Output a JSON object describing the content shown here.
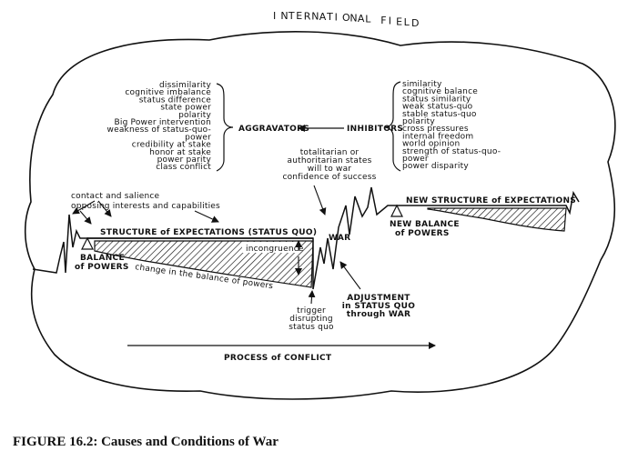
{
  "field_title": "INTERNATIONAL FIELD",
  "aggravators": {
    "label": "AGGRAVATORS",
    "items": [
      "dissimilarity",
      "cognitive imbalance",
      "status difference",
      "state power",
      "polarity",
      "Big Power intervention",
      "weakness of status-quo-",
      "power",
      "credibility at stake",
      "honor at stake",
      "power parity",
      "class conflict"
    ]
  },
  "inhibitors": {
    "label": "INHIBITORS",
    "items": [
      "similarity",
      "cognitive balance",
      "status similarity",
      "weak status-quo",
      "stable status-quo",
      "polarity",
      "cross pressures",
      "internal freedom",
      "world opinion",
      "strength of status-quo-",
      "power",
      "power disparity"
    ]
  },
  "war_factors": [
    "totalitarian or",
    "authoritarian states",
    "will to war",
    "confidence of success"
  ],
  "contact_lines": [
    "contact and salience",
    "opposing interests and capabilities"
  ],
  "structure_label": "STRUCTURE of EXPECTATIONS (STATUS QUO)",
  "balance_label": [
    "BALANCE",
    "of POWERS"
  ],
  "change_label": "change in the balance of powers",
  "incongruence_label": "incongruence",
  "war_label": "WAR",
  "trigger_label": [
    "trigger",
    "disrupting",
    "status quo"
  ],
  "adjustment_label": [
    "ADJUSTMENT",
    "in STATUS QUO",
    "through WAR"
  ],
  "new_structure_label": "NEW STRUCTURE of EXPECTATIONS",
  "new_balance_label": [
    "NEW BALANCE",
    "of POWERS"
  ],
  "process_label": "PROCESS of CONFLICT",
  "caption": "FIGURE 16.2: Causes and Conditions of War"
}
